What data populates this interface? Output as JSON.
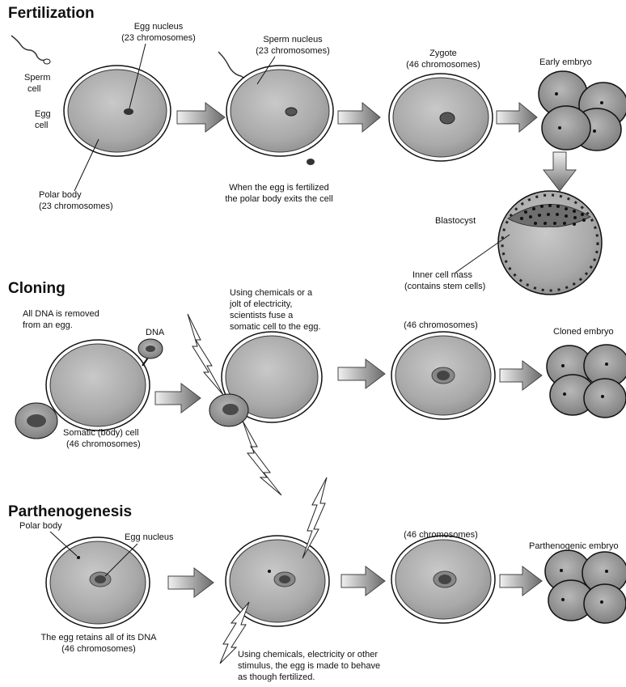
{
  "sections": {
    "fertilization": {
      "heading": "Fertilization",
      "sperm_label": [
        "Sperm",
        "cell"
      ],
      "egg_label": [
        "Egg",
        "cell"
      ],
      "egg_nucleus_label": [
        "Egg nucleus",
        "(23 chromosomes)"
      ],
      "polar_body_label": [
        "Polar body",
        "(23 chromosomes)"
      ],
      "sperm_nucleus_label": [
        "Sperm nucleus",
        "(23 chromosomes)"
      ],
      "fertilized_caption": [
        "When the egg is fertilized",
        "the polar body exits the cell"
      ],
      "zygote_label": [
        "Zygote",
        "(46 chromosomes)"
      ],
      "early_embryo_label": "Early embryo",
      "blastocyst_label": "Blastocyst",
      "inner_cell_mass_label": [
        "Inner cell mass",
        "(contains stem cells)"
      ]
    },
    "cloning": {
      "heading": "Cloning",
      "dna_removed_label": [
        "All DNA is removed",
        "from an egg."
      ],
      "dna_label": "DNA",
      "fuse_caption": [
        "Using chemicals or a",
        "jolt of electricity,",
        "scientists fuse a",
        "somatic cell to the egg."
      ],
      "somatic_label": [
        "Somatic (body) cell",
        "(46 chromosomes)"
      ],
      "chromosomes_label": "(46 chromosomes)",
      "cloned_embryo_label": "Cloned embryo"
    },
    "parthenogenesis": {
      "heading": "Parthenogenesis",
      "polar_body_label": "Polar body",
      "egg_nucleus_label": "Egg nucleus",
      "retains_caption": [
        "The egg retains all of its DNA",
        "(46 chromosomes)"
      ],
      "stimulus_caption": [
        "Using chemicals, electricity or other",
        "stimulus, the egg is made to behave",
        "as though fertilized."
      ],
      "chromosomes_label": "(46 chromosomes)",
      "parthenogenic_embryo_label": "Parthenogenic embryo"
    }
  }
}
